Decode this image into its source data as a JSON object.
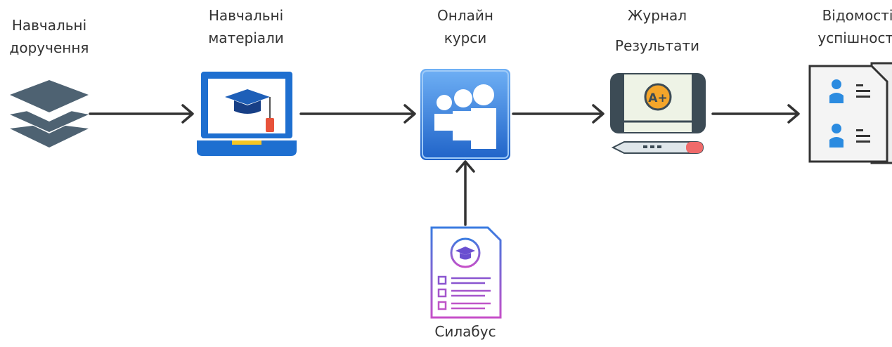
{
  "nodes": {
    "guides": {
      "line1": "Навчальні",
      "line2": "доручення"
    },
    "materials": {
      "line1": "Навчальні",
      "line2": "матеріали"
    },
    "courses": {
      "line1": "Онлайн",
      "line2": "курси"
    },
    "journal": {
      "line1": "Журнал",
      "line2": "Результати"
    },
    "grades": {
      "line1": "Відомості",
      "line2": "успішності"
    },
    "syllabus": {
      "line1": "Силабус"
    },
    "grade_badge": "A+"
  },
  "colors": {
    "text": "#333333",
    "arrow": "#333333",
    "laptop_blue": "#1e6fd0",
    "course_blue": "#3f8fe8",
    "layers_gray": "#4e6272",
    "syllabus_purple": "#8a3fd0"
  },
  "icons": {
    "guides": "layers-icon",
    "materials": "laptop-graduation-cap-icon",
    "courses": "people-group-icon",
    "journal": "gradebook-icon",
    "grades": "student-records-icon",
    "syllabus": "syllabus-document-icon"
  }
}
